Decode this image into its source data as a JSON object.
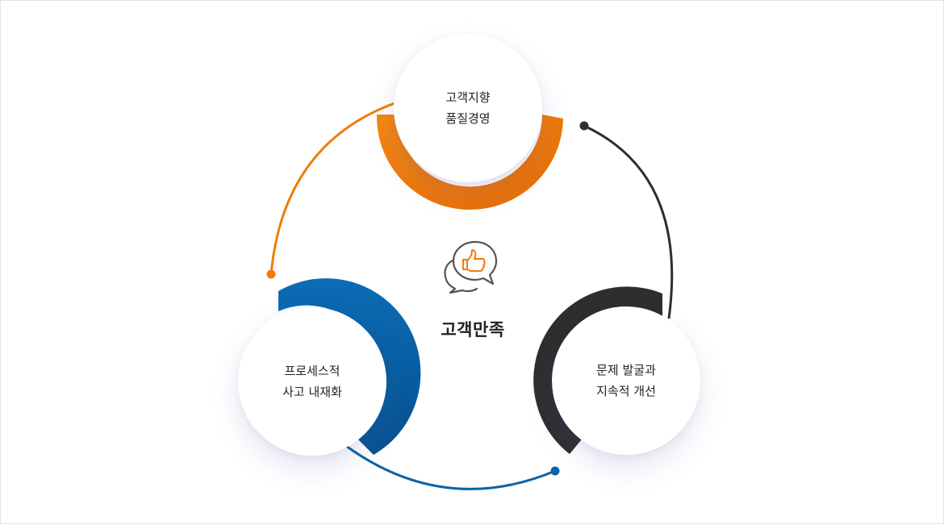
{
  "center": {
    "label": "고객만족",
    "icon": "thumbs-up-speech-bubble-icon"
  },
  "stages": [
    {
      "line1": "고객지향",
      "line2": "품질경영",
      "color": "#f07d0a"
    },
    {
      "line1": "문제 발굴과",
      "line2": "지속적 개선",
      "color": "#2f2d2e"
    },
    {
      "line1": "프로세스적",
      "line2": "사고 내재화",
      "color": "#0a63a8"
    }
  ],
  "colors": {
    "orange": "#f07d0a",
    "dark": "#2f2d2e",
    "blue": "#0a63a8"
  }
}
